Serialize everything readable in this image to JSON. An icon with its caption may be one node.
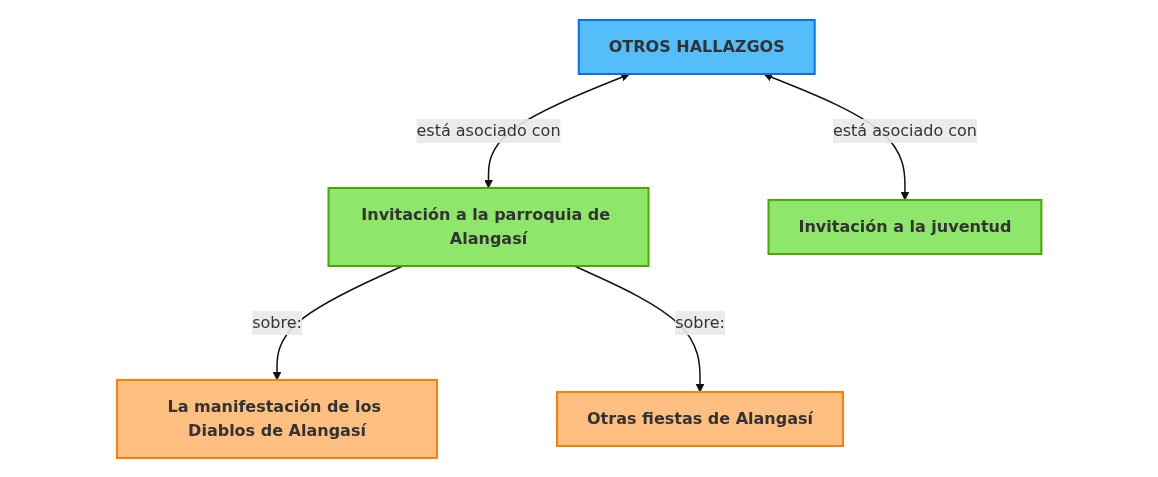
{
  "diagram": {
    "nodes": [
      {
        "text": [
          "OTROS HALLAZGOS"
        ]
      },
      {
        "text": [
          "Invitación a la parroquia de Alangasí"
        ]
      },
      {
        "text": [
          "Invitación a la juventud"
        ]
      },
      {
        "text": [
          "La manifestación de los Diablos de Alangasí"
        ]
      },
      {
        "text": [
          "Otras fiestas de Alangasí"
        ]
      }
    ],
    "edges": [
      {
        "from": 0,
        "to": 1,
        "arrow": "both",
        "label": "está asociado con"
      },
      {
        "from": 0,
        "to": 2,
        "arrow": "both",
        "label": "está asociado con"
      },
      {
        "from": 1,
        "to": 3,
        "arrow": "to",
        "label": "sobre:"
      },
      {
        "from": 1,
        "to": 4,
        "arrow": "to",
        "label": "sobre:"
      }
    ]
  }
}
